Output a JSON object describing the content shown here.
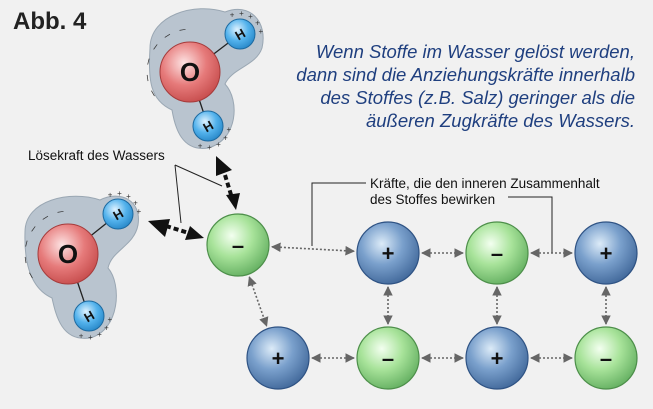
{
  "figure_label": "Abb. 4",
  "description_lines": [
    "Wenn Stoffe im Wasser gelöst werden,",
    "dann sind die Anziehungskräfte innerhalb",
    "des Stoffes (z.B. Salz) geringer als die",
    "äußeren Zugkräfte des Wassers."
  ],
  "label_loesekraft": "Lösekraft des Wassers",
  "label_kraefte_lines": [
    "Kräfte, die den inneren Zusammenhalt",
    "des Stoffes bewirken"
  ],
  "water_molecule": {
    "oxygen_symbol": "O",
    "hydrogen_symbol": "H",
    "partial_negative": "–",
    "partial_positive": "+"
  },
  "ion_symbols": {
    "positive": "+",
    "negative": "–"
  },
  "colors": {
    "background": "#f1f1f1",
    "title": "#222222",
    "description": "#1f3f7f",
    "negative_ion": "#98d98a",
    "positive_ion": "#5f86b8",
    "oxygen": "#e26c6c",
    "hydrogen": "#4aa6e0",
    "hydration_shell": "#b9c4cf"
  }
}
